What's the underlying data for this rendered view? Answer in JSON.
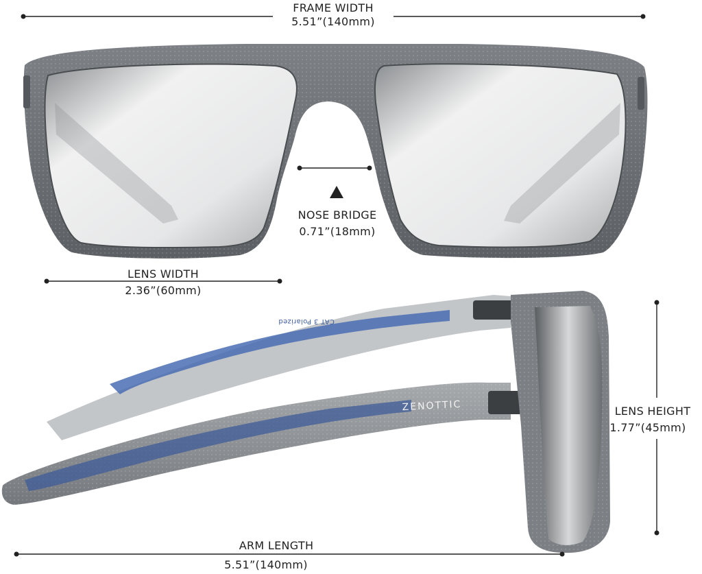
{
  "measurements": {
    "frame_width": {
      "title": "FRAME WIDTH",
      "value": "5.51”(140mm)"
    },
    "nose_bridge": {
      "title": "NOSE BRIDGE",
      "value": "0.71”(18mm)"
    },
    "lens_width": {
      "title": "LENS WIDTH",
      "value": "2.36”(60mm)"
    },
    "lens_height": {
      "title": "LENS HEIGHT",
      "value": "1.77”(45mm)"
    },
    "arm_length": {
      "title": "ARM LENGTH",
      "value": "5.51”(140mm)"
    }
  },
  "product": {
    "brand_imprint": "ZENOTTIC",
    "inner_arm_imprint": "CAT 3 Polarized"
  },
  "colors": {
    "frame": "#6f7377",
    "frame_dark": "#4f5357",
    "lens": "#d9dadb",
    "accent_stripe": "#4a6db3",
    "dimension_line": "#222222"
  }
}
